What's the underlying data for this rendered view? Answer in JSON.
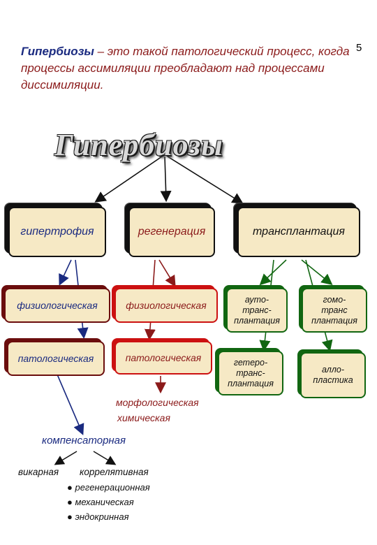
{
  "page_number": "5",
  "definition": {
    "term": "Гипербиозы",
    "text": " – это такой патологический процесс, когда процессы ассимиляции преобладают над процессами диссимиляции."
  },
  "title": "Гипербиозы",
  "level1": {
    "hypertrophy": "гипертрофия",
    "regeneration": "регенерация",
    "transplantation": "трансплантация"
  },
  "hypertrophy_types": [
    "физиологическая",
    "патологическая"
  ],
  "regeneration_types": [
    "физиологическая",
    "патологическая"
  ],
  "transplant_types": {
    "auto": "ауто-\nтранс-\nплантация",
    "homo": "гомо-\nтранс\nплантация",
    "hetero": "гетеро-\nтранс-\nплантация",
    "allo": "алло-\nпластика"
  },
  "pathological_regeneration_subtypes": [
    "морфологическая",
    "химическая"
  ],
  "compensatory": {
    "label": "компенсаторная",
    "vicarious": "викарная",
    "correlative": "коррелятивная",
    "correlative_items": [
      "регенерационная",
      "механическая",
      "эндокринная"
    ]
  }
}
